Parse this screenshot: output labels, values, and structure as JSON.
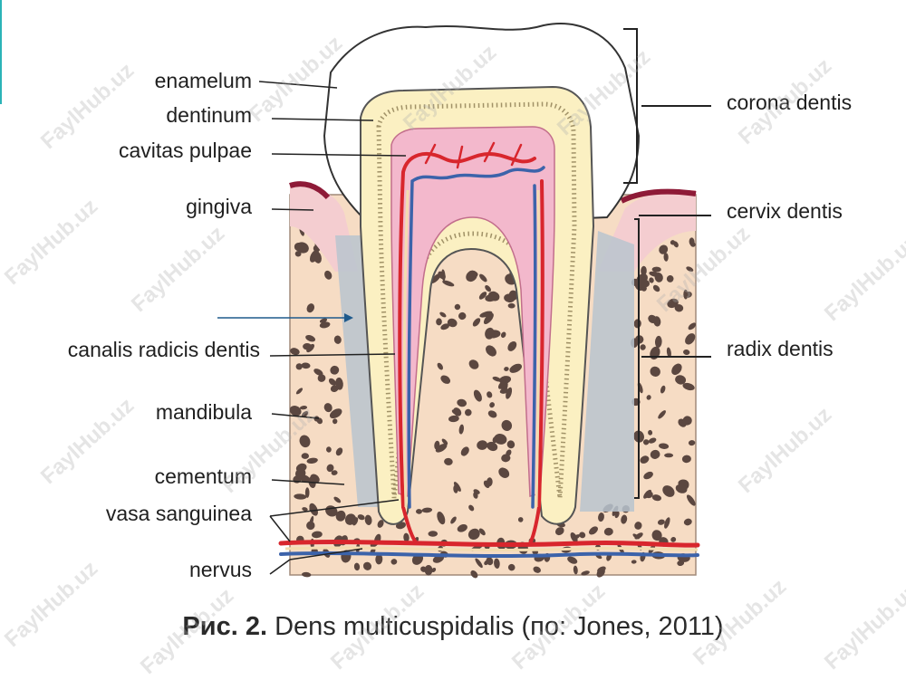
{
  "labels_left": {
    "enamelum": "enamelum",
    "dentinum": "dentinum",
    "cavitas_pulpae": "cavitas pulpae",
    "gingiva": "gingiva",
    "canalis_radicis_dentis": "canalis radicis dentis",
    "mandibula": "mandibula",
    "cementum": "cementum",
    "vasa_sanguinea": "vasa sanguinea",
    "nervus": "nervus"
  },
  "labels_right": {
    "corona_dentis": "corona dentis",
    "cervix_dentis": "cervix dentis",
    "radix_dentis": "radix dentis"
  },
  "caption": {
    "prefix": "Рис. 2.",
    "text": " Dens multicuspidalis (по: Jones, 2011)"
  },
  "watermark": "FaylHub.uz",
  "colors": {
    "enamel": "#ffffff",
    "dentin": "#fbf0c2",
    "pulp": "#f3b8cc",
    "bone": "#f6dcc4",
    "bone_spots": "#5b4740",
    "gum": "#f4cdd0",
    "gum_edge": "#8e1a37",
    "vessel_red": "#d8262d",
    "vessel_blue": "#3c63aa",
    "periodontal": "#b9c4cf",
    "accent_line": "#1e5a8c"
  }
}
